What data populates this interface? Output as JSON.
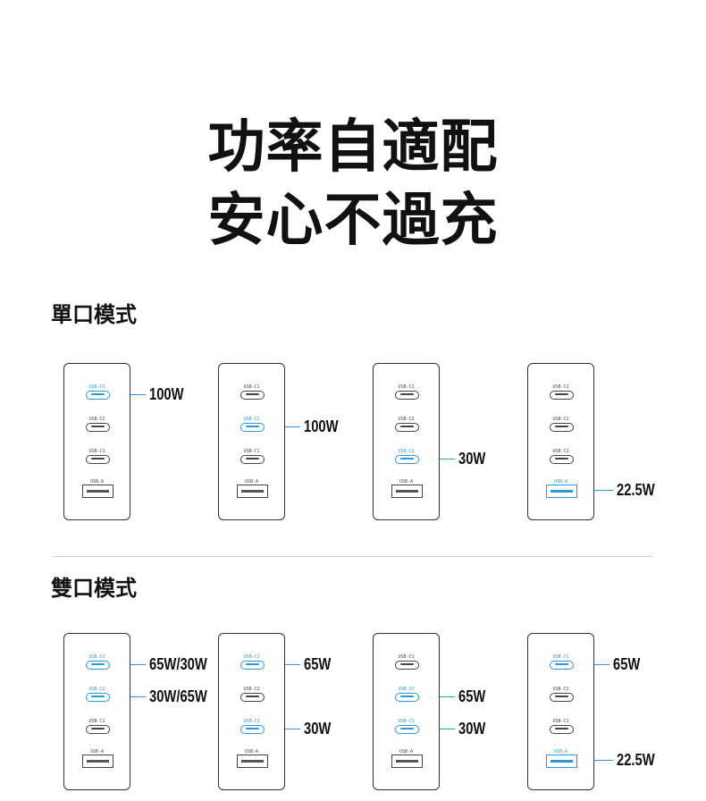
{
  "headline": {
    "line1": "功率自適配",
    "line2": "安心不過充"
  },
  "single_mode": {
    "title": "單口模式",
    "chargers": [
      {
        "ports": [
          {
            "label": "USB-C1",
            "active": true,
            "watt": "100W"
          },
          {
            "label": "USB-C2",
            "active": false,
            "watt": ""
          },
          {
            "label": "USB-C1",
            "active": false,
            "watt": ""
          },
          {
            "label": "USB-A",
            "active": false,
            "watt": ""
          }
        ]
      },
      {
        "ports": [
          {
            "label": "USB-C1",
            "active": false,
            "watt": ""
          },
          {
            "label": "USB-C2",
            "active": true,
            "watt": "100W"
          },
          {
            "label": "USB-C1",
            "active": false,
            "watt": ""
          },
          {
            "label": "USB-A",
            "active": false,
            "watt": ""
          }
        ]
      },
      {
        "ports": [
          {
            "label": "USB-C1",
            "active": false,
            "watt": ""
          },
          {
            "label": "USB-C2",
            "active": false,
            "watt": ""
          },
          {
            "label": "USB-C1",
            "active": true,
            "watt": "30W"
          },
          {
            "label": "USB-A",
            "active": false,
            "watt": ""
          }
        ]
      },
      {
        "ports": [
          {
            "label": "USB-C1",
            "active": false,
            "watt": ""
          },
          {
            "label": "USB-C2",
            "active": false,
            "watt": ""
          },
          {
            "label": "USB-C1",
            "active": false,
            "watt": ""
          },
          {
            "label": "USB-A",
            "active": true,
            "watt": "22.5W"
          }
        ]
      }
    ]
  },
  "dual_mode": {
    "title": "雙口模式",
    "chargers": [
      {
        "ports": [
          {
            "label": "USB-C1",
            "active": true,
            "watt": "65W/30W"
          },
          {
            "label": "USB-C2",
            "active": true,
            "watt": "30W/65W"
          },
          {
            "label": "USB-C1",
            "active": false,
            "watt": ""
          },
          {
            "label": "USB-A",
            "active": false,
            "watt": ""
          }
        ]
      },
      {
        "ports": [
          {
            "label": "USB-C1",
            "active": true,
            "watt": "65W"
          },
          {
            "label": "USB-C2",
            "active": false,
            "watt": ""
          },
          {
            "label": "USB-C1",
            "active": true,
            "watt": "30W"
          },
          {
            "label": "USB-A",
            "active": false,
            "watt": ""
          }
        ]
      },
      {
        "ports": [
          {
            "label": "USB-C1",
            "active": false,
            "watt": ""
          },
          {
            "label": "USB-C2",
            "active": true,
            "watt": "65W"
          },
          {
            "label": "USB-C1",
            "active": true,
            "watt": "30W"
          },
          {
            "label": "USB-A",
            "active": false,
            "watt": ""
          }
        ]
      },
      {
        "ports": [
          {
            "label": "USB-C1",
            "active": true,
            "watt": "65W"
          },
          {
            "label": "USB-C2",
            "active": false,
            "watt": ""
          },
          {
            "label": "USB-C1",
            "active": false,
            "watt": ""
          },
          {
            "label": "USB-A",
            "active": true,
            "watt": "22.5W"
          }
        ]
      }
    ]
  },
  "colors": {
    "accent": "#2e95d6",
    "outline": "#333333",
    "text": "#111111"
  }
}
